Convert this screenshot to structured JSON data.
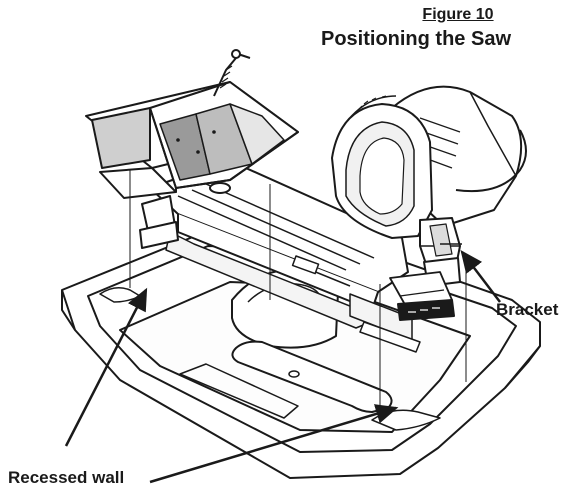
{
  "figure": {
    "number_label": "Figure 10",
    "title": "Positioning the Saw"
  },
  "callouts": {
    "bracket": "Bracket",
    "recessed_wall": "Recessed wall"
  },
  "colors": {
    "line": "#1a1a1a",
    "hatch": "#7a7a7a",
    "background": "#ffffff"
  }
}
